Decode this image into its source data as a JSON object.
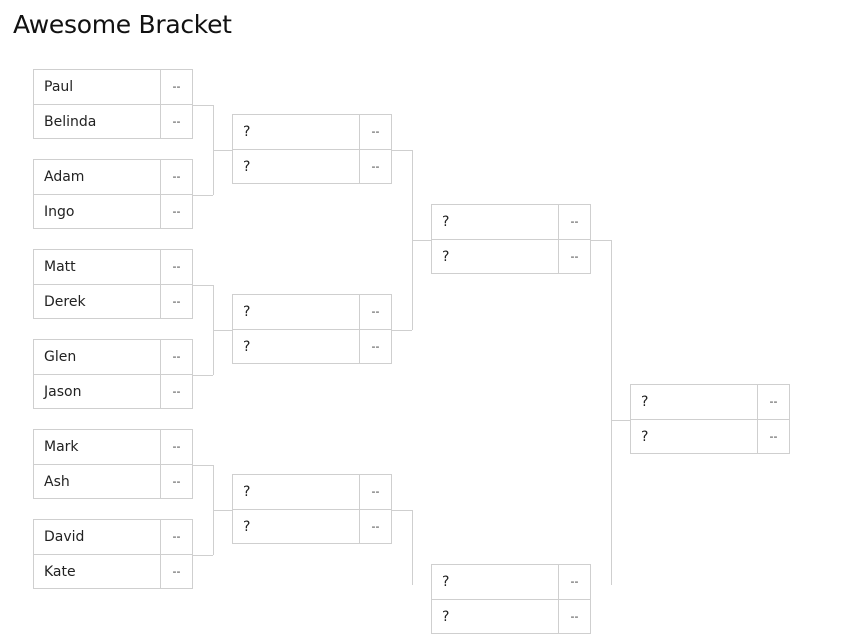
{
  "title": "Awesome Bracket",
  "round1": [
    {
      "slots": [
        {
          "name": "Paul",
          "score": "--"
        },
        {
          "name": "Belinda",
          "score": "--"
        }
      ]
    },
    {
      "slots": [
        {
          "name": "Adam",
          "score": "--"
        },
        {
          "name": "Ingo",
          "score": "--"
        }
      ]
    },
    {
      "slots": [
        {
          "name": "Matt",
          "score": "--"
        },
        {
          "name": "Derek",
          "score": "--"
        }
      ]
    },
    {
      "slots": [
        {
          "name": "Glen",
          "score": "--"
        },
        {
          "name": "Jason",
          "score": "--"
        }
      ]
    },
    {
      "slots": [
        {
          "name": "Mark",
          "score": "--"
        },
        {
          "name": "Ash",
          "score": "--"
        }
      ]
    },
    {
      "slots": [
        {
          "name": "David",
          "score": "--"
        },
        {
          "name": "Kate",
          "score": "--"
        }
      ]
    }
  ],
  "round2": [
    {
      "slots": [
        {
          "name": "?",
          "score": "--"
        },
        {
          "name": "?",
          "score": "--"
        }
      ]
    },
    {
      "slots": [
        {
          "name": "?",
          "score": "--"
        },
        {
          "name": "?",
          "score": "--"
        }
      ]
    },
    {
      "slots": [
        {
          "name": "?",
          "score": "--"
        },
        {
          "name": "?",
          "score": "--"
        }
      ]
    }
  ],
  "round3": [
    {
      "slots": [
        {
          "name": "?",
          "score": "--"
        },
        {
          "name": "?",
          "score": "--"
        }
      ]
    },
    {
      "slots": [
        {
          "name": "?",
          "score": "--"
        },
        {
          "name": "?",
          "score": "--"
        }
      ]
    }
  ],
  "round4": [
    {
      "slots": [
        {
          "name": "?",
          "score": "--"
        },
        {
          "name": "?",
          "score": "--"
        }
      ]
    }
  ]
}
